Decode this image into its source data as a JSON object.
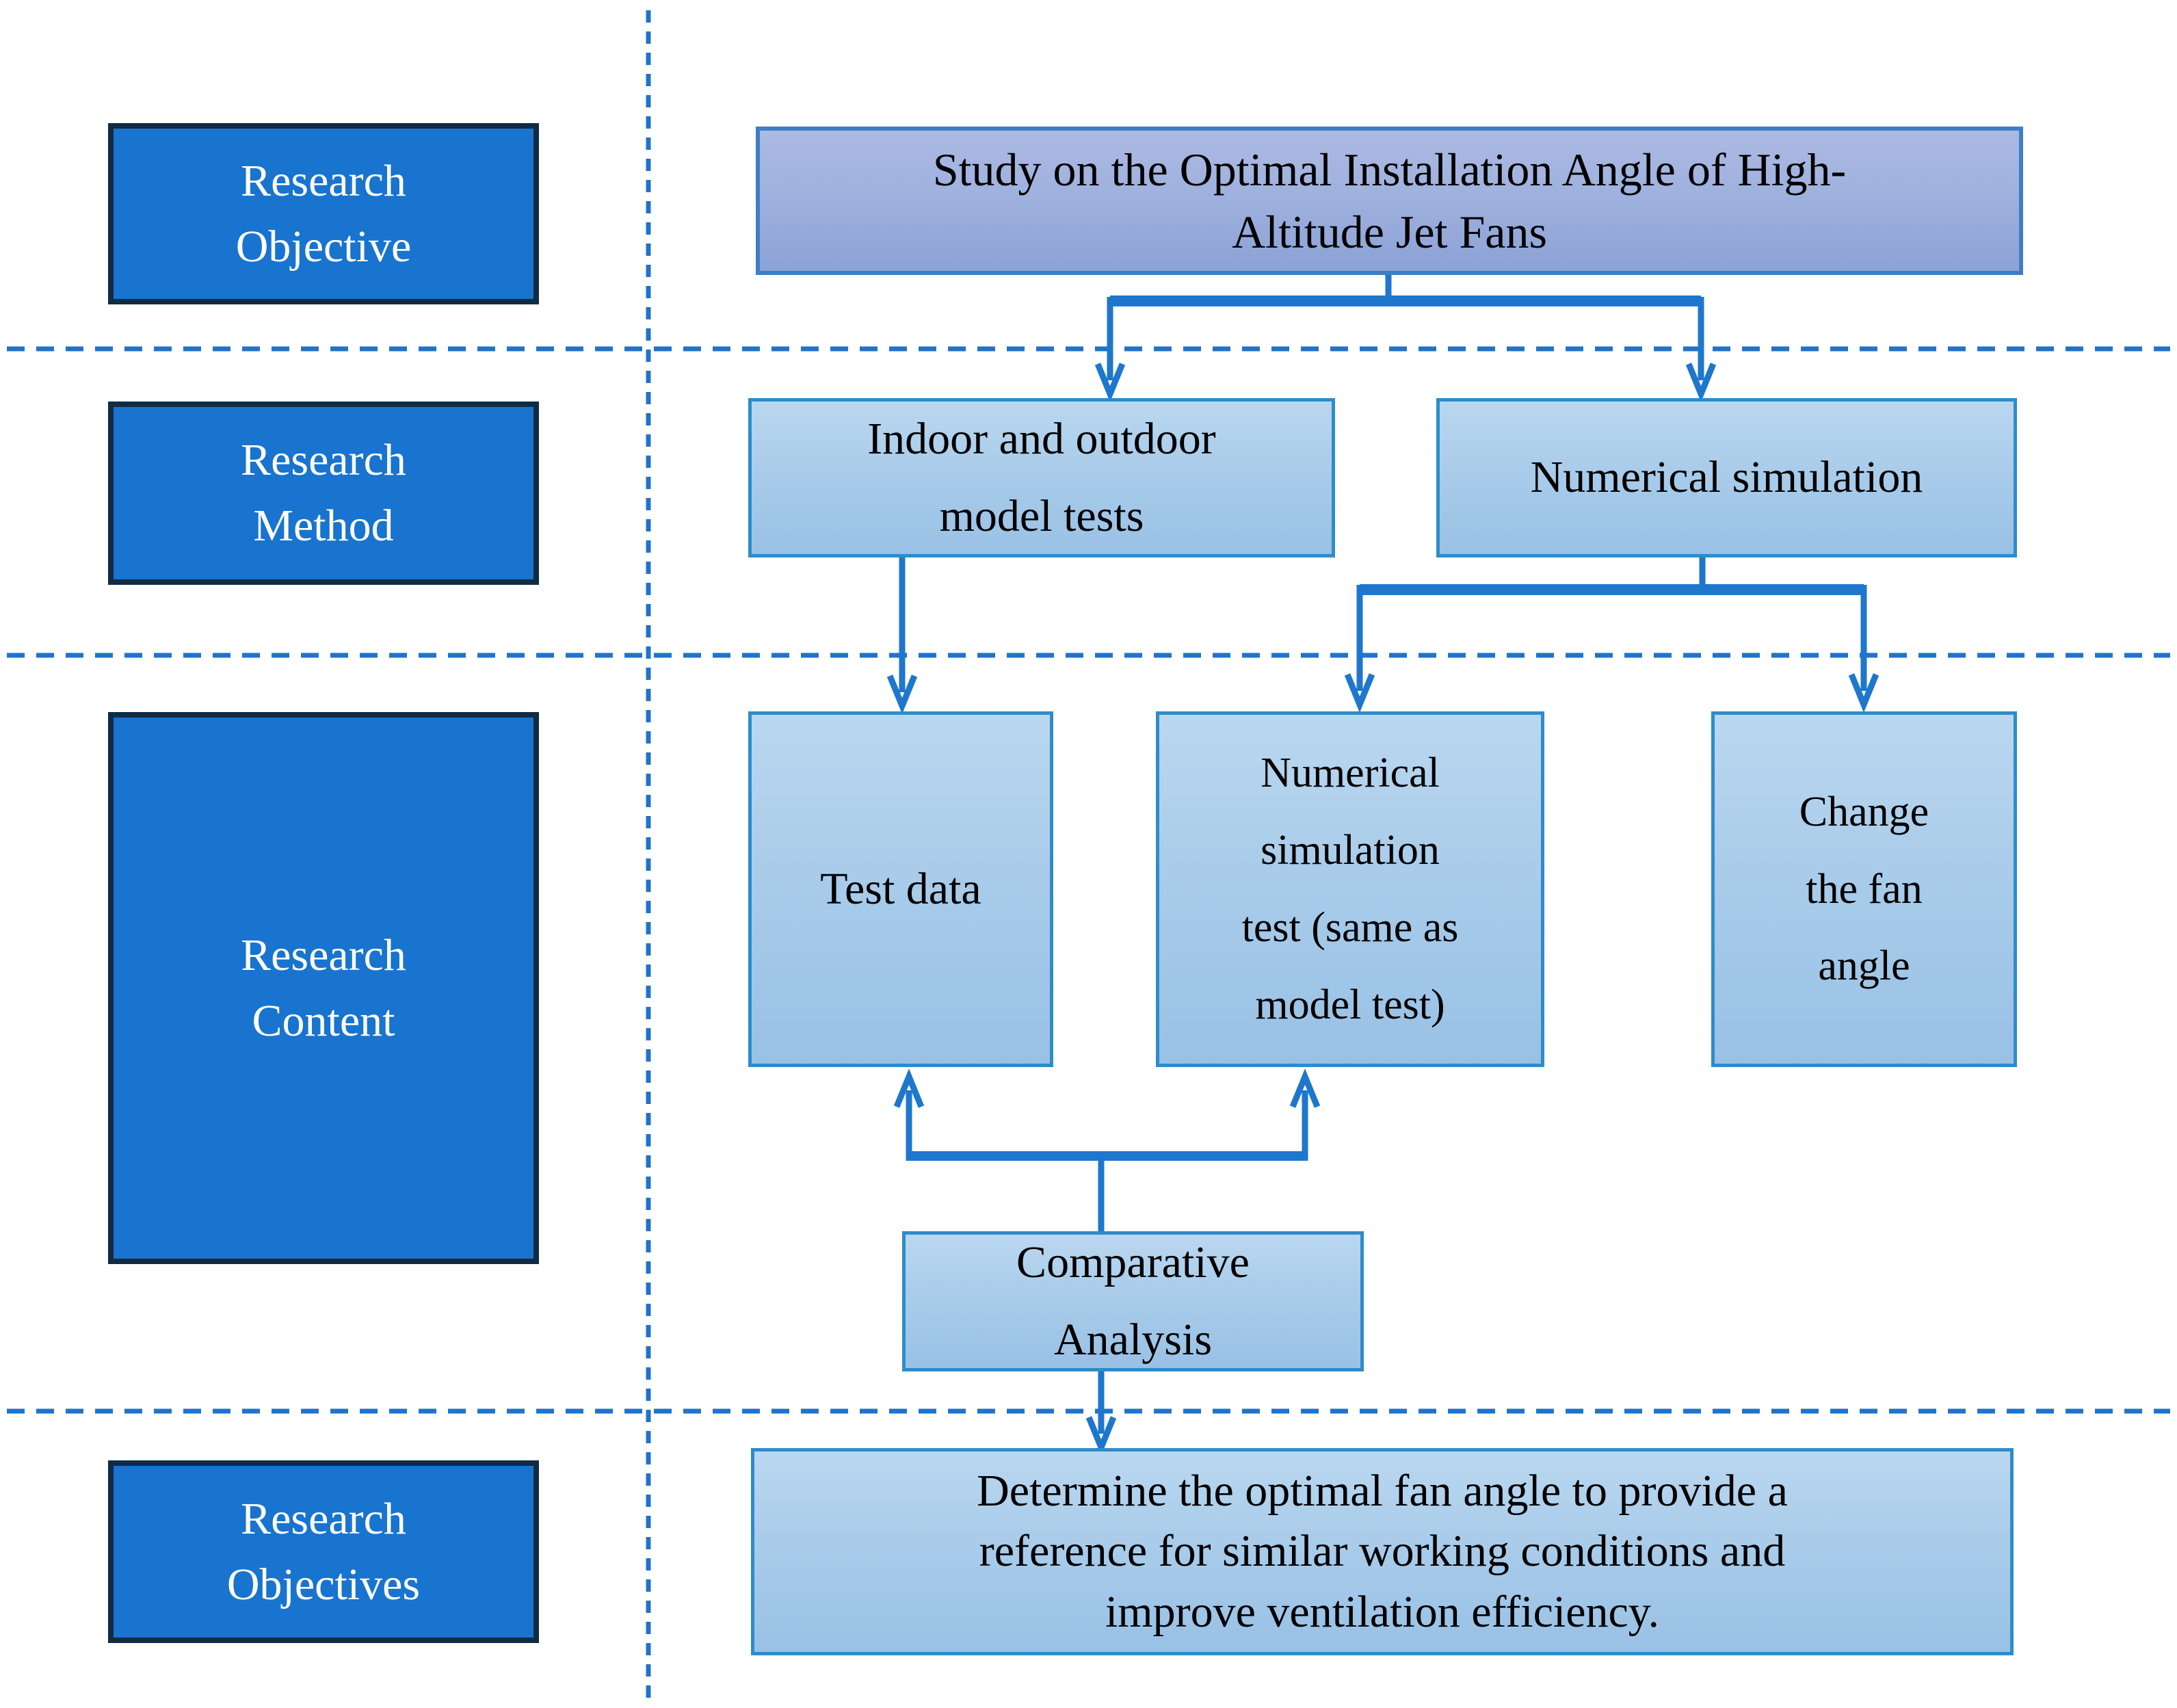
{
  "diagram": {
    "type": "research-methodology-flowchart",
    "background": "#ffffff"
  },
  "colors": {
    "stage_box_fill": "#1874CE",
    "stage_box_border": "#102B44",
    "stage_box_text": "#FFFFFF",
    "title_box_fill_top": "#ACBAE3",
    "title_box_fill_bottom": "#8CA2D5",
    "title_box_border": "#3E7EC6",
    "light_box_fill_top": "#BAD7F0",
    "light_box_fill_bottom": "#99C1E5",
    "light_box_border": "#2E8CCB",
    "connector_blue": "#1E77CC",
    "divider_blue": "#2173C8",
    "flow_text": "#000000"
  },
  "left_column": {
    "rows": [
      {
        "label": "Research\nObjective"
      },
      {
        "label": "Research\nMethod"
      },
      {
        "label": "Research\nContent"
      },
      {
        "label": "Research\nObjectives"
      }
    ]
  },
  "flowchart": {
    "title": "Study on the Optimal Installation Angle of High-\nAltitude Jet Fans",
    "methods": [
      {
        "label": "Indoor and outdoor\nmodel tests"
      },
      {
        "label": "Numerical simulation"
      }
    ],
    "content": [
      {
        "label": "Test data"
      },
      {
        "label": "Numerical\nsimulation\ntest (same as\nmodel test)"
      },
      {
        "label": "Change\nthe fan\nangle"
      }
    ],
    "analysis": {
      "label": "Comparative\nAnalysis"
    },
    "outcome": {
      "label": "Determine the optimal fan angle to provide a\nreference for similar working conditions and\nimprove ventilation efficiency."
    }
  }
}
